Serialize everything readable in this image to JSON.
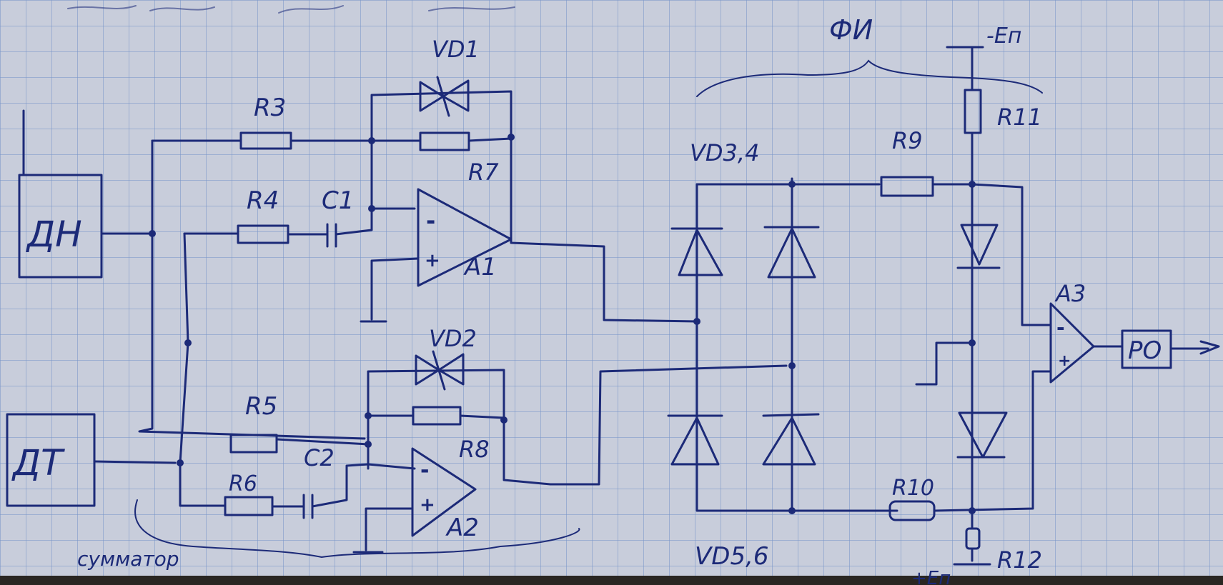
{
  "header_scribble": "",
  "blocks": {
    "dn": "ДН",
    "dt": "ДТ",
    "ro": "РО"
  },
  "resistors": {
    "r3": "R3",
    "r4": "R4",
    "r5": "R5",
    "r6": "R6",
    "r7": "R7",
    "r8": "R8",
    "r9": "R9",
    "r10": "R10",
    "r11": "R11",
    "r12": "R12"
  },
  "capacitors": {
    "c1": "C1",
    "c2": "C2"
  },
  "diodes": {
    "vd1": "VD1",
    "vd2": "VD2",
    "vd34": "VD3,4",
    "vd56": "VD5,6"
  },
  "opamps": {
    "a1": "A1",
    "a2": "A2",
    "a3": "A3",
    "minus": "-",
    "plus": "+"
  },
  "annotations": {
    "fi": "ФИ",
    "summator": "сумматор",
    "neg_supply": "-Eп",
    "pos_supply": "+Eп"
  }
}
